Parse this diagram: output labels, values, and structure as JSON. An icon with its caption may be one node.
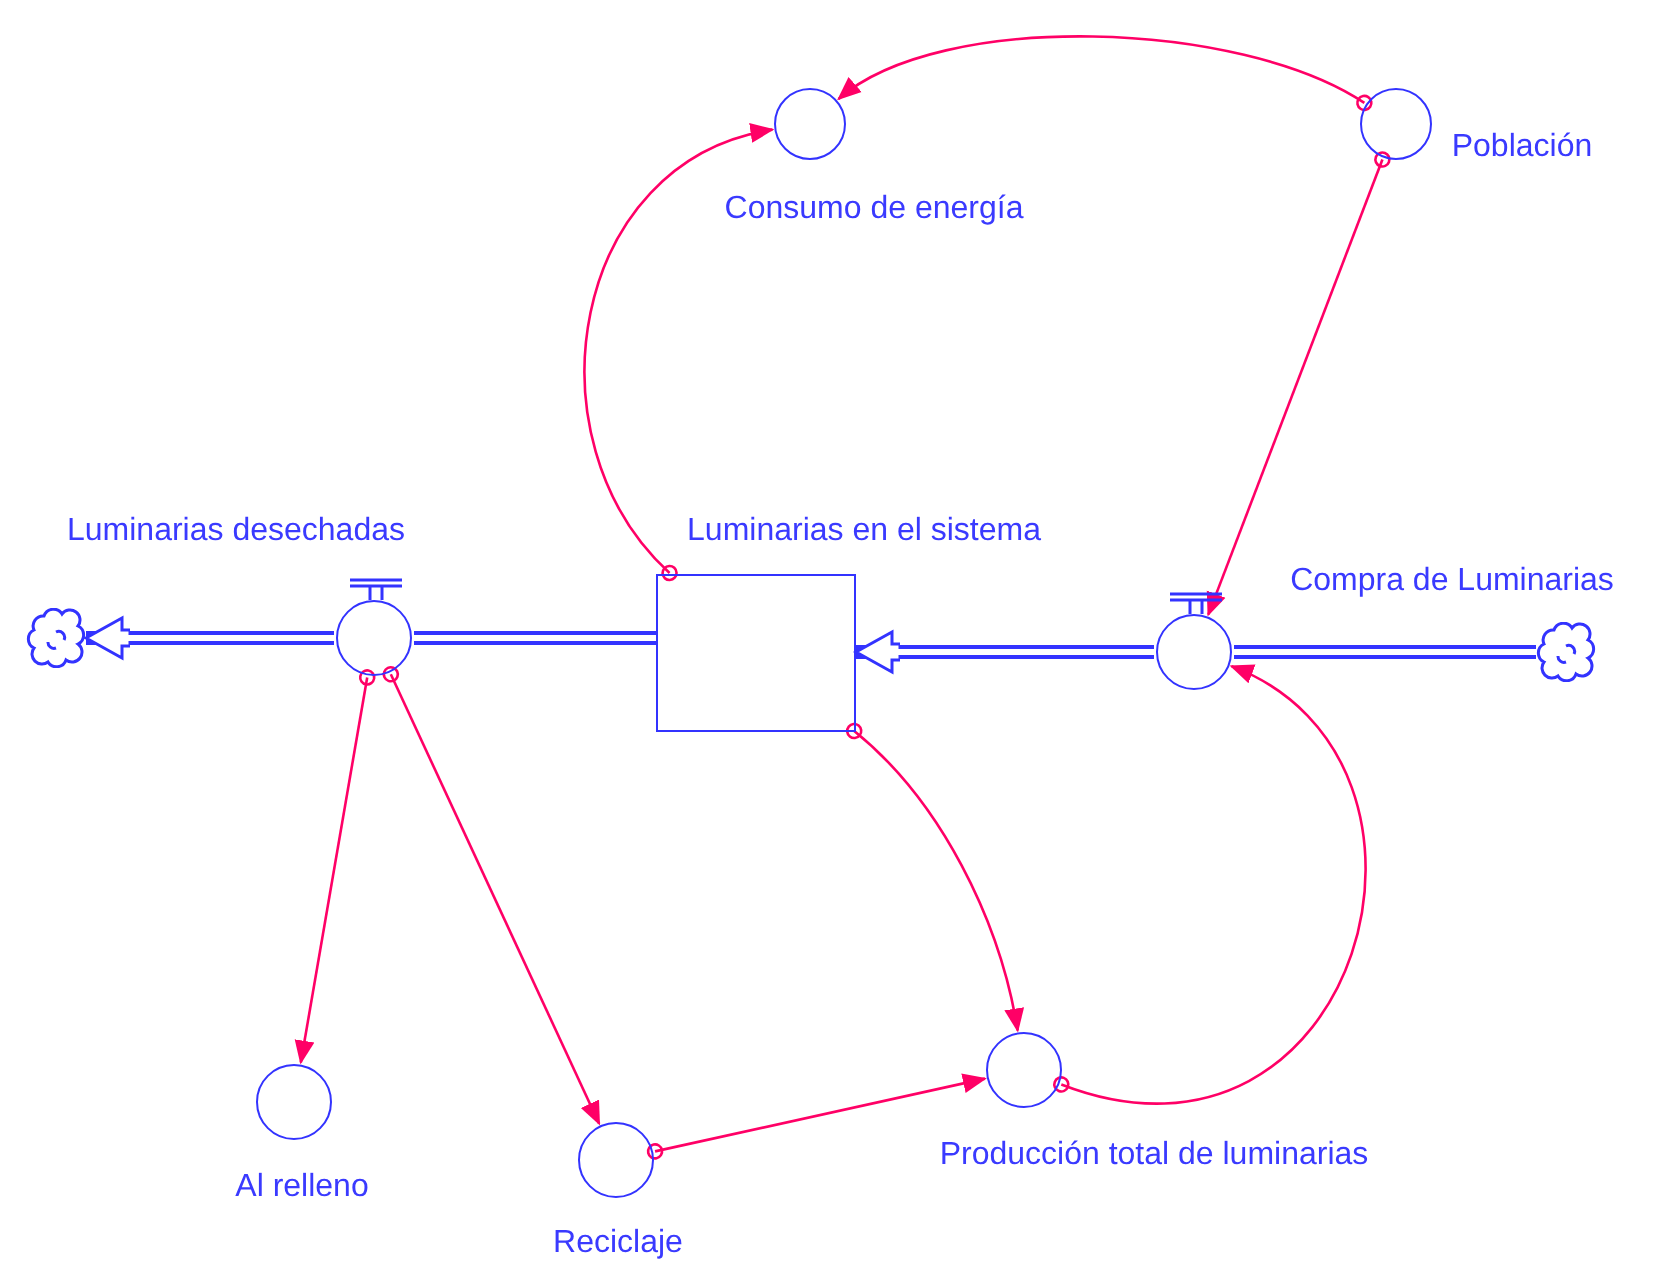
{
  "diagram": {
    "nodes": [
      {
        "text": [
          "Consumo de energía"
        ]
      },
      {
        "text": [
          "Población"
        ]
      },
      {
        "text": [
          "Luminarias en el sistema"
        ]
      },
      {
        "text": [
          "Luminarias desechadas"
        ]
      },
      {
        "text": [
          "Compra de Luminarias"
        ]
      },
      {
        "text": [],
        "shape": "cloud"
      },
      {
        "text": [],
        "shape": "cloud"
      },
      {
        "text": [
          "Al relleno"
        ]
      },
      {
        "text": [
          "Reciclaje"
        ]
      },
      {
        "text": [
          "Producción total de luminarias"
        ]
      }
    ],
    "edges": [
      {
        "from": 2,
        "to": 3,
        "arrow": "none",
        "style": "thick",
        "color": "#3333ff"
      },
      {
        "from": 3,
        "to": 5,
        "arrow": "to",
        "style": "thick",
        "color": "#3333ff"
      },
      {
        "from": 6,
        "to": 4,
        "arrow": "none",
        "style": "thick",
        "color": "#3333ff"
      },
      {
        "from": 4,
        "to": 2,
        "arrow": "to",
        "style": "thick",
        "color": "#3333ff"
      },
      {
        "from": 1,
        "to": 0,
        "arrow": "to"
      },
      {
        "from": 2,
        "to": 0,
        "arrow": "to"
      },
      {
        "from": 1,
        "to": 4,
        "arrow": "to"
      },
      {
        "from": 3,
        "to": 7,
        "arrow": "to"
      },
      {
        "from": 3,
        "to": 8,
        "arrow": "to"
      },
      {
        "from": 2,
        "to": 9,
        "arrow": "to"
      },
      {
        "from": 8,
        "to": 9,
        "arrow": "to"
      },
      {
        "from": 9,
        "to": 4,
        "arrow": "to"
      }
    ]
  }
}
